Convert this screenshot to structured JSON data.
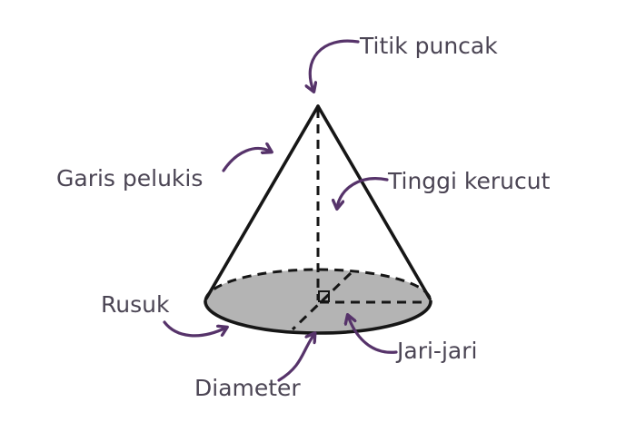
{
  "labels": {
    "titik_puncak": "Titik puncak",
    "garis_pelukis": "Garis pelukis",
    "tinggi_kerucut": "Tinggi kerucut",
    "rusuk": "Rusuk",
    "jari_jari": "Jari-jari",
    "diameter": "Diameter"
  },
  "colors": {
    "outline": "#161616",
    "base-fill": "#b4b4b4",
    "arrow": "#56336a",
    "label-text": "#4b4554",
    "background": "#ffffff"
  }
}
